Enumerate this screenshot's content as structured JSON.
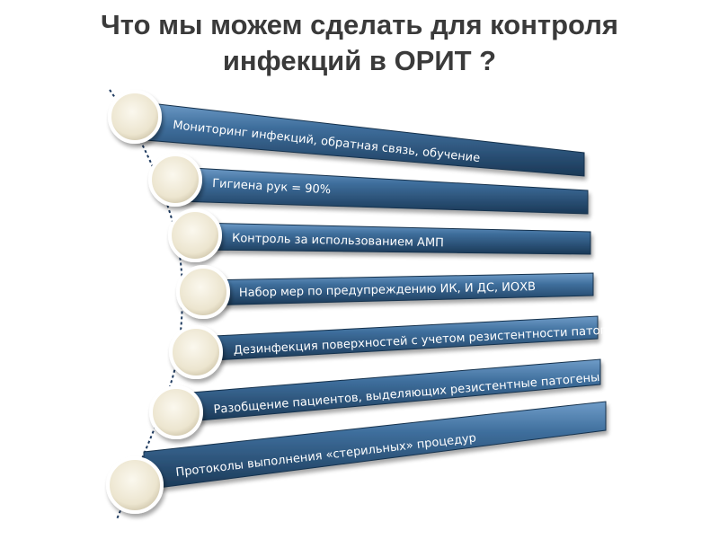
{
  "title": {
    "line1": "Что мы можем сделать для контроля",
    "line2": "инфекций в ОРИТ ?"
  },
  "items": [
    "Мониторинг инфекций, обратная связь, обучение",
    "Гигиена рук = 90%",
    "Контроль за использованием АМП",
    "Набор мер по предупреждению ИК, И ДС, ИОХВ",
    "Дезинфекция поверхностей с учетом резистентности патогенов",
    "Разобщение пациентов, выделяющих резистентные патогены",
    "Протоколы выполнения «стерильных» процедур"
  ],
  "colors": {
    "title": "#3a3a3a",
    "bar_dark": "#1c3b5a",
    "bar_mid": "#3e6e9c",
    "bar_light": "#6b97c2",
    "circle_fill": "#ede7d3",
    "circle_border": "#ffffff",
    "spine": "#1e3a5f"
  }
}
